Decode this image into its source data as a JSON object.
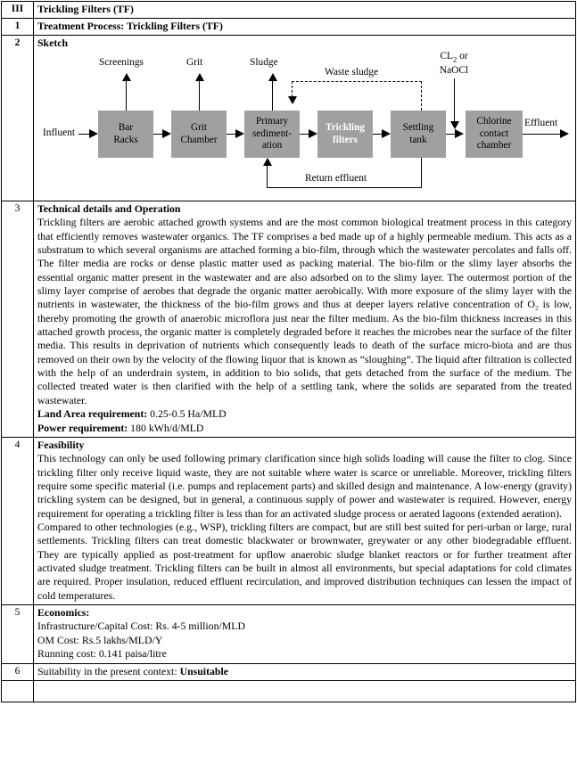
{
  "document": {
    "rows": [
      {
        "num": "III",
        "bold_num": true,
        "type": "heading",
        "text": "Trickling Filters (TF)"
      },
      {
        "num": "1",
        "bold_num": true,
        "type": "heading",
        "text": "Treatment Process: Trickling Filters (TF)"
      },
      {
        "num": "2",
        "bold_num": true,
        "type": "sketch",
        "heading": "Sketch"
      },
      {
        "num": "3",
        "bold_num": false,
        "type": "text",
        "heading": "Technical details and Operation"
      },
      {
        "num": "4",
        "bold_num": false,
        "type": "text",
        "heading": "Feasibility"
      },
      {
        "num": "5",
        "bold_num": false,
        "type": "text",
        "heading": "Economics:"
      },
      {
        "num": "6",
        "bold_num": false,
        "type": "text",
        "heading": ""
      },
      {
        "num": "",
        "bold_num": false,
        "type": "empty",
        "heading": ""
      }
    ]
  },
  "technical": {
    "heading": "Technical details and Operation",
    "paragraph": "Trickling filters are aerobic attached growth systems and are the most common biological treatment process in this category that efficiently removes wastewater organics. The TF comprises a bed made up of a highly permeable medium. This acts as a substratum to which several organisms are attached forming a bio-film, through which the wastewater percolates and falls off. The filter media are rocks or dense plastic matter used as packing material. The bio-film or the slimy layer absorbs the essential organic matter present in the wastewater and are also adsorbed on to the slimy layer. The outermost portion of the slimy layer comprise of aerobes that degrade the organic matter aerobically. With more exposure of the slimy layer with the nutrients in wastewater, the thickness of the bio-film grows and thus at deeper layers relative concentration of O₂ is low, thereby promoting the growth of anaerobic microflora just near the filter medium. As the bio-film thickness increases in this attached growth process, the organic matter is completely degraded before it reaches the microbes near the surface of the filter media. This results in deprivation of nutrients which consequently leads to death of the surface micro-biota and are thus removed on their own by the velocity of the flowing liquor that is known as “sloughing”. The liquid after filtration is collected with the help of an underdrain system, in addition to bio solids, that gets detached from the surface of the medium. The collected treated water is then clarified with the help of a settling tank, where the solids are separated from the treated wastewater.",
    "land_area_label": "Land Area requirement:",
    "land_area_value": " 0.25-0.5 Ha/MLD",
    "power_label": "Power requirement:",
    "power_value": " 180 kWh/d/MLD"
  },
  "feasibility": {
    "heading": "Feasibility",
    "paragraph1": "This technology can only be used following primary clarification since high solids loading will cause the filter to clog. Since trickling filter only receive liquid waste, they are not suitable where water is scarce or unreliable. Moreover, trickling filters require some specific material (i.e. pumps and replacement parts) and skilled design and maintenance. A low-energy (gravity) trickling system can be designed, but in general, a continuous supply of power and wastewater is required. However, energy requirement for operating a trickling filter is less than for an activated sludge process or aerated lagoons (extended aeration).",
    "paragraph2": "Compared to other technologies (e.g., WSP), trickling filters are compact, but are still best suited for peri-urban or large, rural settlements. Trickling filters can treat domestic blackwater or brownwater, greywater or any other biodegradable effluent. They are typically applied as post-treatment for upflow anaerobic sludge blanket reactors or for further treatment after activated sludge treatment. Trickling filters can be built in almost all environments, but special adaptations for cold climates are required. Proper insulation, reduced effluent recirculation, and improved distribution techniques can lessen the impact of cold temperatures."
  },
  "economics": {
    "heading": "Economics:",
    "line1": "Infrastructure/Capital Cost: Rs. 4-5 million/MLD",
    "line2": "OM Cost: Rs.5 lakhs/MLD/Y",
    "line3": "Running cost: 0.141 paisa/litre"
  },
  "suitability": {
    "label": "Suitability in the present context: ",
    "value": "Unsuitable"
  },
  "sketch": {
    "heading": "Sketch",
    "box_color": "#a0a0a0",
    "boxes": [
      {
        "id": "bar-racks",
        "line1": "Bar",
        "line2": "Racks",
        "highlight": false
      },
      {
        "id": "grit-chamber",
        "line1": "Grit",
        "line2": "Chamber",
        "highlight": false
      },
      {
        "id": "primary-sedimentation",
        "line1": "Primary",
        "line2": "sediment-",
        "line3": "ation",
        "highlight": false
      },
      {
        "id": "trickling-filters",
        "line1": "Trickling",
        "line2": "filters",
        "highlight": true
      },
      {
        "id": "settling-tank",
        "line1": "Settling",
        "line2": "tank",
        "highlight": false
      },
      {
        "id": "chlorine-contact-chamber",
        "line1": "Chlorine",
        "line2": "contact",
        "line3": "chamber",
        "highlight": false
      }
    ],
    "labels": {
      "influent": "Influent",
      "screenings": "Screenings",
      "grit": "Grit",
      "sludge": "Sludge",
      "waste_sludge": "Waste sludge",
      "return_effluent": "Return effluent",
      "chemical_line1": "CL",
      "chemical_sub": "2",
      "chemical_line1_tail": " or",
      "chemical_line2": "NaOCl",
      "effluent": "Effluent"
    }
  }
}
